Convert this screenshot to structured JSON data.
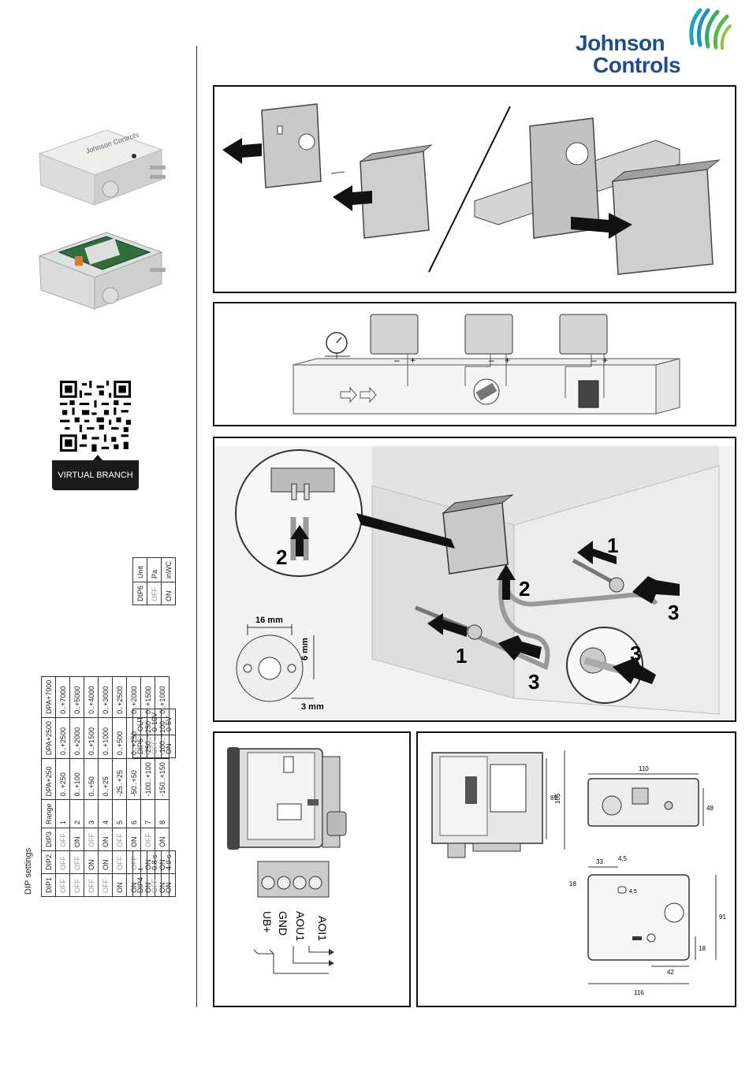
{
  "brand": {
    "line1": "Johnson",
    "line2": "Controls"
  },
  "qr": {
    "caption": "VIRTUAL BRANCH"
  },
  "dip_title": "DIP settings",
  "table1": {
    "headers": [
      "DIP1",
      "DIP2",
      "DIP3",
      "Range",
      "DPA+250",
      "DPA+2500",
      "DPA+7000"
    ],
    "rows": [
      [
        "OFF",
        "OFF",
        "OFF",
        "1",
        "0..+250",
        "0..+2500",
        "0..+7000"
      ],
      [
        "OFF",
        "OFF",
        "ON",
        "2",
        "0..+100",
        "0..+2000",
        "0..+5000"
      ],
      [
        "OFF",
        "ON",
        "OFF",
        "3",
        "0..+50",
        "0..+1500",
        "0..+4000"
      ],
      [
        "OFF",
        "ON",
        "ON",
        "4",
        "0..+25",
        "0..+1000",
        "0..+3000"
      ],
      [
        "ON",
        "OFF",
        "OFF",
        "5",
        "-25..+25",
        "0..+500",
        "0..+2500"
      ],
      [
        "ON",
        "OFF",
        "ON",
        "6",
        "-50..+50",
        "0..+250",
        "0..+2000"
      ],
      [
        "ON",
        "ON",
        "OFF",
        "7",
        "-100..+100",
        "-250..+250",
        "0..+1500"
      ],
      [
        "ON",
        "ON",
        "ON",
        "8",
        "-150..+150",
        "-100..+100",
        "0..+1000"
      ]
    ]
  },
  "table_unit": {
    "headers": [
      "DIP6",
      "Unit"
    ],
    "rows": [
      [
        "OFF",
        "Pa"
      ],
      [
        "ON",
        "inWC"
      ]
    ]
  },
  "table_out": {
    "headers": [
      "DIP5",
      "OUT"
    ],
    "rows": [
      [
        "OFF",
        "0-10V"
      ],
      [
        "ON",
        "0-5V"
      ]
    ]
  },
  "table_t": {
    "headers": [
      "DIP4",
      "t"
    ],
    "rows": [
      [
        "OFF",
        "0.8 s"
      ],
      [
        "ON",
        "4.0 s"
      ]
    ]
  },
  "panel3": {
    "dim16": "16 mm",
    "dim6": "6 mm",
    "dim3": "3 mm",
    "n1": "1",
    "n2": "2",
    "n3": "3"
  },
  "panel2": {
    "plus": "+",
    "minus": "–"
  },
  "wiring": {
    "t1": "AOI1",
    "t2": "AOU1",
    "t3": "GND",
    "t4": "UB+"
  },
  "dims": {
    "d110": "110",
    "d48": "48",
    "d85": "85",
    "d105": "105",
    "d33": "33",
    "d45a": "4,5",
    "d18a": "18",
    "d45b": "4,5",
    "d91": "91",
    "d18b": "18",
    "d42": "42",
    "d116": "116"
  },
  "colors": {
    "brand_blue": "#1f4e8c",
    "accent_green": "#5ab946",
    "accent_cyan": "#1aa5c8"
  }
}
